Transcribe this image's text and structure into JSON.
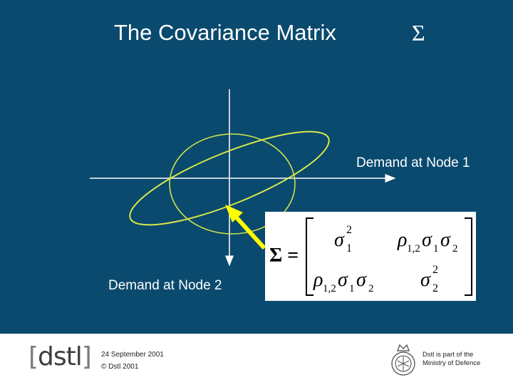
{
  "title": "The Covariance Matrix",
  "title_symbol": "Σ",
  "labels": {
    "node1": "Demand at Node 1",
    "node2": "Demand at Node 2"
  },
  "matrix": {
    "lhs": "Σ =",
    "cells": {
      "r1c1": {
        "base": "σ",
        "sup": "2",
        "sub": "1"
      },
      "r1c2": {
        "rho": "ρ",
        "rho_sub": "1,2",
        "s1": "σ",
        "s1_sub": "1",
        "s2": "σ",
        "s2_sub": "2"
      },
      "r2c1": {
        "rho": "ρ",
        "rho_sub": "1,2",
        "s1": "σ",
        "s1_sub": "1",
        "s2": "σ",
        "s2_sub": "2"
      },
      "r2c2": {
        "base": "σ",
        "sup": "2",
        "sub": "2"
      }
    }
  },
  "footer": {
    "logo": "dstl",
    "date": "24 September 2001",
    "copyright": "© Dstl 2001",
    "note_line1": "Dstl is part of the",
    "note_line2": "Ministry of Defence"
  },
  "colors": {
    "background": "#0a4a6e",
    "ellipse": "#d8e84a",
    "arrow": "#ffff00",
    "axes": "#ffffff"
  }
}
